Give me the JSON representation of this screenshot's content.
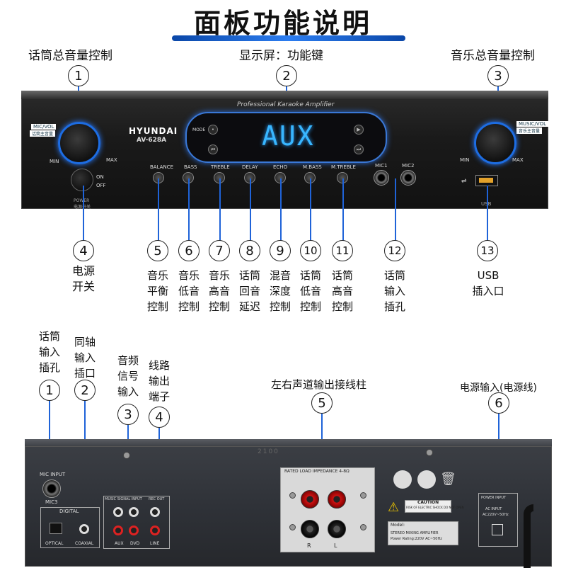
{
  "title": "面板功能说明",
  "front": {
    "top_labels": {
      "left": "话筒总音量控制",
      "center": "显示屏：功能键",
      "right": "音乐总音量控制"
    },
    "markers": [
      {
        "num": "1"
      },
      {
        "num": "2"
      },
      {
        "num": "3"
      },
      {
        "num": "4"
      },
      {
        "num": "5"
      },
      {
        "num": "6"
      },
      {
        "num": "7"
      },
      {
        "num": "8"
      },
      {
        "num": "9"
      },
      {
        "num": "10"
      },
      {
        "num": "11"
      },
      {
        "num": "12"
      },
      {
        "num": "13"
      }
    ],
    "power_label": [
      "电源",
      "开关"
    ],
    "control_labels": [
      [
        "音乐",
        "平衡",
        "控制"
      ],
      [
        "音乐",
        "低音",
        "控制"
      ],
      [
        "音乐",
        "高音",
        "控制"
      ],
      [
        "话筒",
        "回音",
        "延迟"
      ],
      [
        "混音",
        "深度",
        "控制"
      ],
      [
        "话筒",
        "低音",
        "控制"
      ],
      [
        "话筒",
        "高音",
        "控制"
      ],
      [
        "话筒",
        "输入",
        "插孔"
      ]
    ],
    "usb_label": [
      "USB",
      "插入口"
    ],
    "panel": {
      "header": "Professional Karaoke Amplifier",
      "brand": "HYUNDAI",
      "model": "AV-628A",
      "display_text": "AUX",
      "mic_vol": "MIC/VOL",
      "mic_vol_cn": "话筒主音量",
      "music_vol": "MUSIC/VOL",
      "music_vol_cn": "音乐主音量",
      "min": "MIN",
      "max": "MAX",
      "on": "ON",
      "off": "OFF",
      "power": "POWER",
      "power_cn": "电源开关",
      "usb": "USB",
      "mode": "MODE",
      "mic1": "MIC1",
      "mic2": "MIC2",
      "knobs": [
        "BALANCE",
        "BASS",
        "TREBLE",
        "DELAY",
        "ECHO",
        "M.BASS",
        "M.TREBLE"
      ]
    }
  },
  "back": {
    "labels": {
      "l1": [
        "话筒",
        "输入",
        "插孔"
      ],
      "l2": [
        "同轴",
        "输入",
        "插口"
      ],
      "l3": [
        "音频",
        "信号",
        "输入"
      ],
      "l4": [
        "线路",
        "输出",
        "端子"
      ],
      "l5": "左右声道输出接线柱",
      "l6": "电源输入(电源线)"
    },
    "markers": [
      {
        "num": "1"
      },
      {
        "num": "2"
      },
      {
        "num": "3"
      },
      {
        "num": "4"
      },
      {
        "num": "5"
      },
      {
        "num": "6"
      }
    ],
    "panel": {
      "mic_input": "MIC INPUT",
      "mic3": "MIC3",
      "digital": "DIGITAL",
      "optical": "OPTICAL",
      "coaxial": "COAXIAL",
      "music_signal_input": "MUSIC SIGNAL INPUT",
      "rec_out": "REC OUT",
      "aux": "AUX",
      "dvd": "DVD",
      "line": "LINE",
      "rated_load": "RATED LOAD IMPEDANCE 4-8Ω",
      "r": "R",
      "l": "L",
      "caution": "CAUTION",
      "caution_text": "RISK OF ELECTRIC SHOCK DO NOT OPEN",
      "model_label": "Model:",
      "mixing_amp": "STEREO MIXING AMPLIFIER",
      "power_rating": "Power Rating:220V AC~50Hz",
      "power_input": "POWER INPUT",
      "ac_input": "AC INPUT",
      "ac_spec": "AC220V~50Hz",
      "serial": "2100"
    }
  },
  "colors": {
    "accent_blue": "#1f63d8",
    "display_blue": "#38b6ff",
    "panel_dark": "#1a1a1a",
    "back_panel": "#2f3238"
  }
}
